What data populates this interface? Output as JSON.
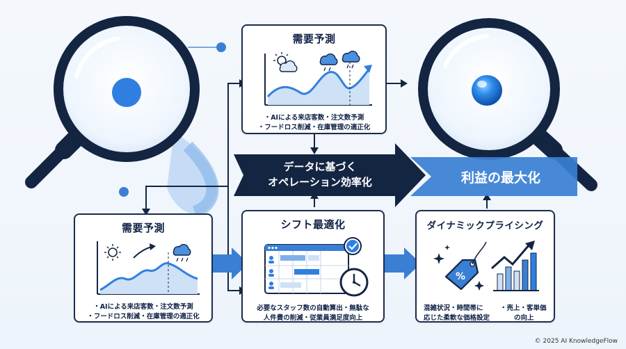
{
  "top_panel": {
    "title": "需要予測",
    "bullets": [
      "・AIによる来店客数・注文数予測",
      "・フードロス削減・在庫管理の適正化"
    ]
  },
  "center_banner": {
    "lines": [
      "データに基づく",
      "オペレーション効率化"
    ],
    "color": "#142542"
  },
  "result_banner": {
    "label": "利益の最大化",
    "color": "#3a7fd4"
  },
  "bottom_left_panel": {
    "title": "需要予測",
    "bullets": [
      "・AIによる来店客数・注文数予測",
      "・フードロス削減・在庫管理の適正化"
    ]
  },
  "bottom_center_panel": {
    "title": "シフト最適化",
    "bullets": [
      "必要なスタッフ数の自動算出・無駄な",
      "人件費の削減・従業員満足度向上"
    ]
  },
  "bottom_right_panel": {
    "title": "ダイナミックプライシング",
    "bullet_left": [
      "混雑状況・時間帯に",
      "応じた柔軟な価格設定"
    ],
    "bullet_right": [
      "・売上・客単価",
      "の向上"
    ]
  },
  "icons": {
    "left_lens": "magnifying-glass-icon",
    "right_lens": "magnifying-glass-icon",
    "weather": "sun-cloud-icon",
    "rain": "rain-cloud-icon",
    "check": "check-circle-icon",
    "clock": "clock-icon",
    "tag": "percent-tag-icon",
    "sparkle": "sparkle-icon",
    "growth": "growth-bars-icon"
  },
  "colors": {
    "navy": "#142542",
    "accent": "#3a7fd4",
    "light": "#cfe1f6"
  },
  "copyright": "© 2025 AI KnowledgeFlow"
}
